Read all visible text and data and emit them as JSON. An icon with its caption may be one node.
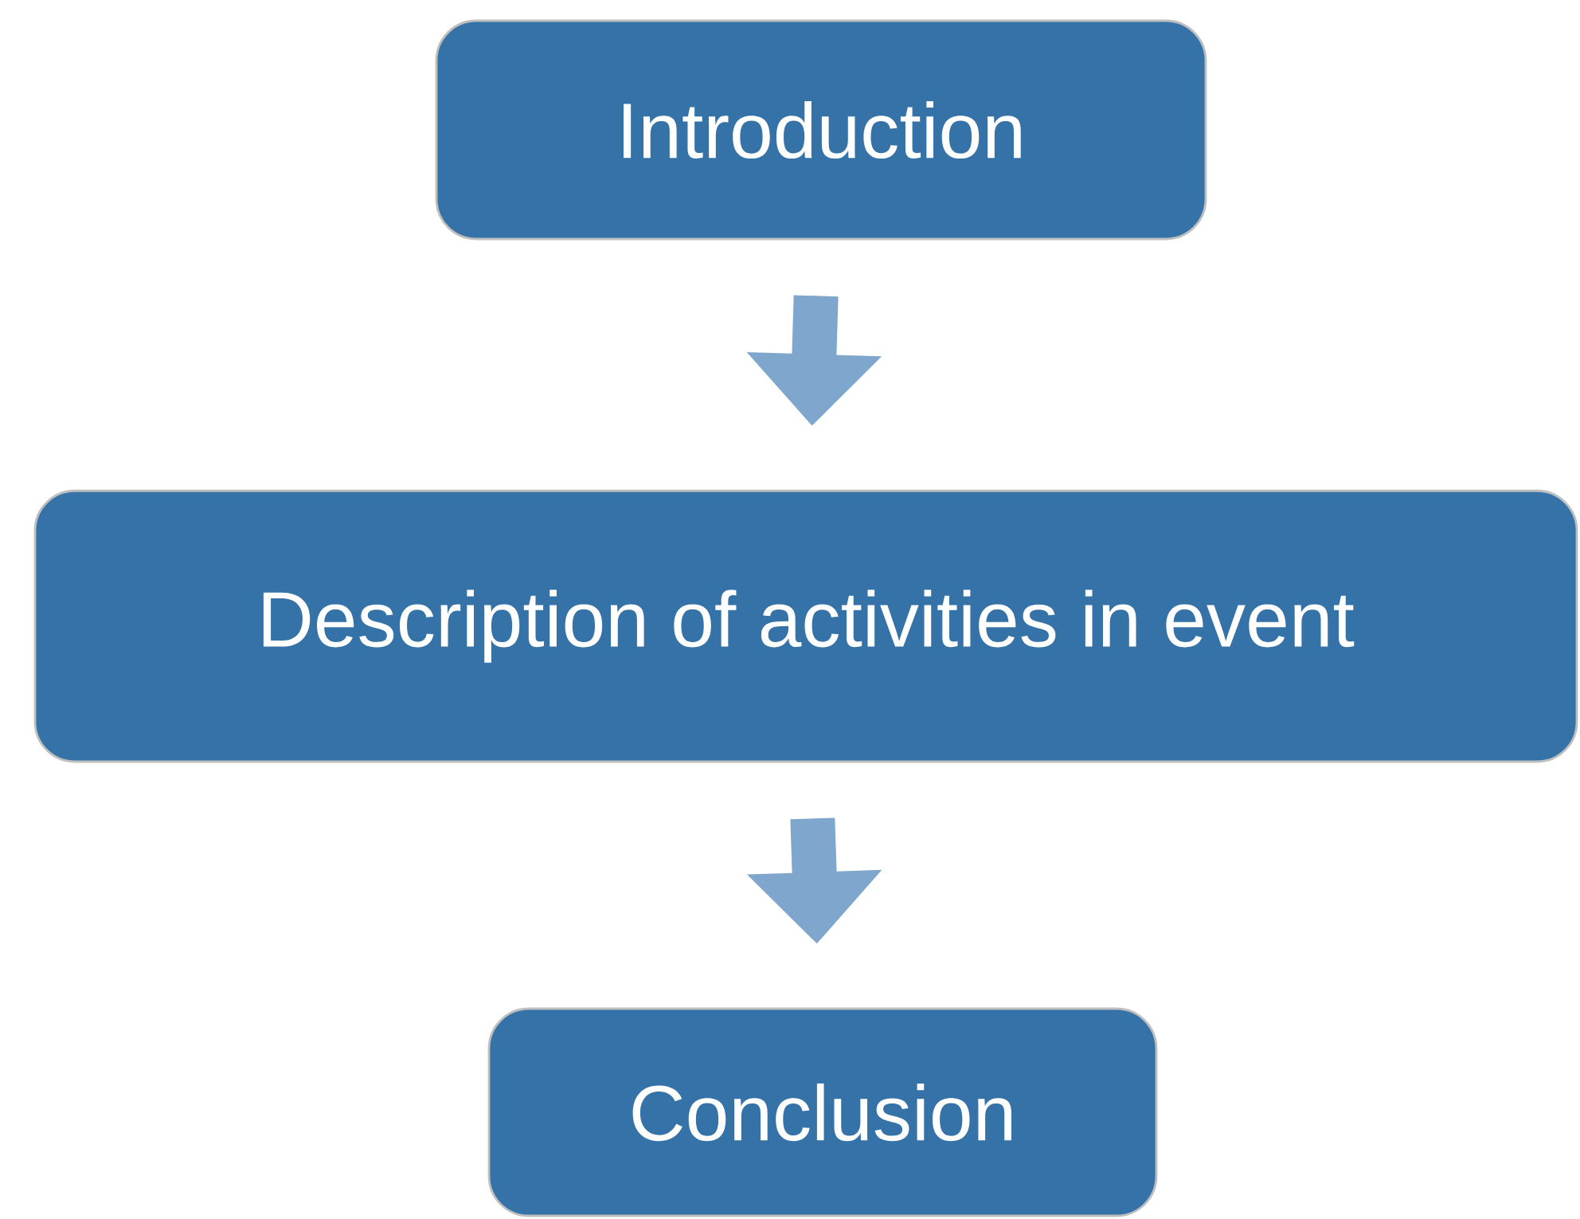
{
  "diagram": {
    "nodes": [
      {
        "text": [
          "Introduction"
        ]
      },
      {
        "text": [
          "Description of activities in event"
        ]
      },
      {
        "text": [
          "Conclusion"
        ]
      }
    ],
    "edges": [
      {
        "from": 0,
        "to": 1,
        "arrow": "to"
      },
      {
        "from": 1,
        "to": 2,
        "arrow": "to"
      }
    ]
  }
}
